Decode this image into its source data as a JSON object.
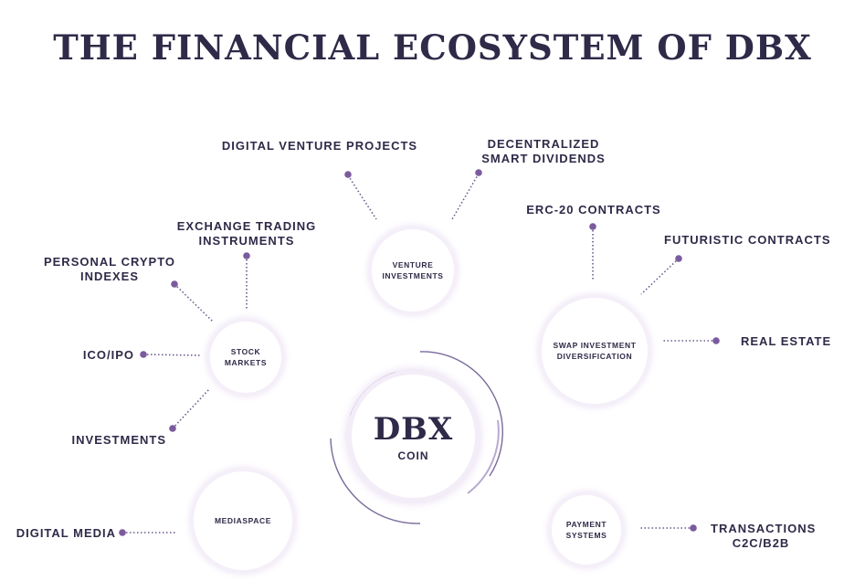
{
  "title": "THE FINANCIAL ECOSYSTEM OF DBX",
  "center": {
    "title": "DBX",
    "subtitle": "COIN"
  },
  "hubs": {
    "venture": "VENTURE\nINVESTMENTS",
    "stock": "STOCK\nMARKETS",
    "swap": "SWAP INVESTMENT\nDIVERSIFICATION",
    "media": "MEDIASPACE",
    "payment": "PAYMENT\nSYSTEMS"
  },
  "labels": {
    "digital_venture_projects": "DIGITAL VENTURE PROJECTS",
    "decentralized_smart_dividends": "DECENTRALIZED\nSMART DIVIDENDS",
    "exchange_trading_instruments": "EXCHANGE TRADING\nINSTRUMENTS",
    "personal_crypto_indexes": "PERSONAL CRYPTO\nINDEXES",
    "ico_ipo": "ICO/IPO",
    "investments": "INVESTMENTS",
    "erc20_contracts": "ERC-20 CONTRACTS",
    "futuristic_contracts": "FUTURISTIC CONTRACTS",
    "real_estate": "REAL ESTATE",
    "digital_media": "DIGITAL MEDIA",
    "transactions": "TRANSACTIONS\nC2C/B2B"
  },
  "colors": {
    "text": "#2e2a48",
    "dot": "#7b5b9e",
    "ring": "#7a6a9a"
  }
}
